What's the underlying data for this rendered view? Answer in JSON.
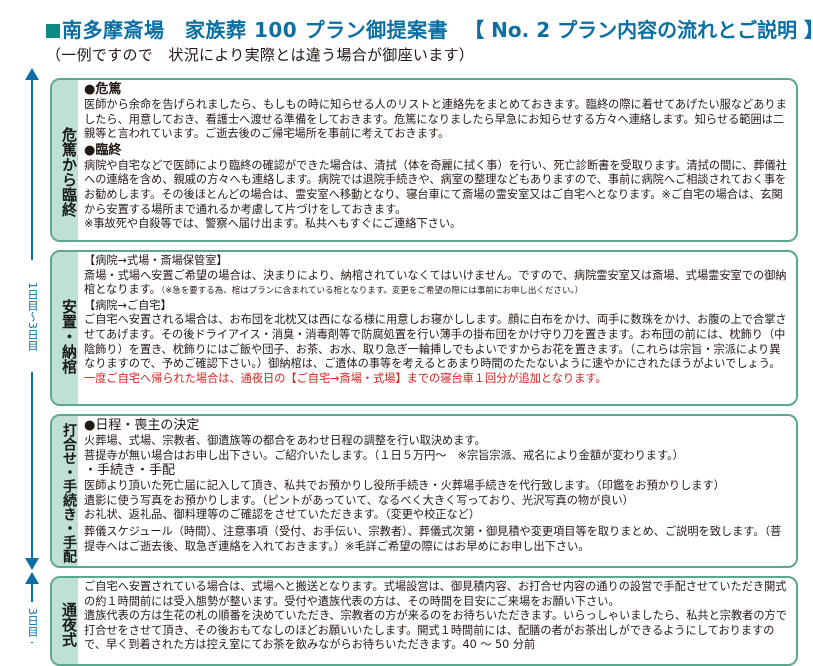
{
  "header": {
    "title": "南多摩斎場　家族葬 100 プラン御提案書",
    "part": "【 No. 2 プラン内容の流れとご説明 】",
    "subtitle": "（一例ですので　状況により実際とは違う場合が御座います）"
  },
  "timeline": {
    "first": "1日目〜3日目",
    "second": "3日目"
  },
  "sections": {
    "kitoku": {
      "side": "危篤から臨終",
      "h1": "●危篤",
      "p1": "医師から余命を告げられましたら、もしもの時に知らせる人のリストと連絡先をまとめておきます。臨終の際に着せてあげたい服などありましたら、用意しておき、看護士へ渡せる準備をしておきます。危篤になりましたら早急にお知らせする方々へ連絡します。知らせる範囲は二親等と言われています。ご逝去後のご帰宅場所を事前に考えておきます。",
      "h2": "●臨終",
      "p2": "病院や自宅などで医師により臨終の確認ができた場合は、清拭（体を奇麗に拭く事）を行い、死亡診断書を受取ります。清拭の間に、葬儀社への連絡を含め、親戚の方々へも連絡します。病院では退院手続きや、病室の整理などもありますので、事前に病院へご相談されておく事をお勧めします。その後ほとんどの場合は、霊安室へ移動となり、寝台車にて斎場の霊安室又はご自宅へとなります。※ご自宅の場合は、玄関から安置する場所まで通れるか考慮して片づけをしておきます。",
      "p3": "※事故死や自殺等では、警察へ届け出ます。私共へもすぐにご連絡下さい。"
    },
    "anchi": {
      "side": "安置・納棺",
      "h1": "【病院→式場・斎場保管室】",
      "p1": "斎場・式場へ安置ご希望の場合は、決まりにより、納棺されていなくてはいけません。ですので、病院霊安室又は斎場、式場霊安室での御納棺となります。",
      "p1_note": "（※急を要する為、棺はプランに含まれている棺となります。変更をご希望の際には事前にお申し出ください。）",
      "h2": "【病院→ご自宅】",
      "p2": "ご自宅へ安置される場合は、お布団を北枕又は西になる様に用意しお寝かしします。顔に白布をかけ、両手に数珠をかけ、お腹の上で合掌させてあげます。その後ドライアイス・消臭・消毒剤等で防腐処置を行い薄手の掛布団をかけ守り刀を置きます。お布団の前には、枕飾り（中陰飾り）を置き、枕飾りにはご飯や団子、お茶、お水、取り急ぎ一輪挿しでもよいですからお花を置きます。（これらは宗旨・宗派により異なりますので、予めご確認下さい。）御納棺は、ご遺体の事等を考えるとあまり時間のたたないように速やかにされたほうがよいでしょう。",
      "p3": "一度ご自宅へ帰られた場合は、通夜日の【ご自宅→斎場・式場】までの寝台車１回分が追加となります。"
    },
    "uchiawase": {
      "side": "打合せ・手続き・手配",
      "h1": "●日程・喪主の決定",
      "p1": "火葬場、式場、宗教者、御遺族等の都合をあわせ日程の調整を行い取決めます。",
      "p2": "菩提寺が無い場合はお申し出下さい。ご紹介いたします。（１日５万円〜　※宗旨宗派、戒名により金額が変わります。）",
      "h2": "・手続き・手配",
      "p3": "医師より頂いた死亡届に記入して頂き、私共でお預かりし役所手続き・火葬場手続きを代行致します。（印鑑をお預かりします）",
      "p4": "遺影に使う写真をお預かりします。（ピントがあっていて、なるべく大きく写っており、光沢写真の物が良い）",
      "p5": "お礼状、返礼品、御料理等のご確認をさせていただきます。（変更や校正など）",
      "p6": "葬儀スケジュール（時間）、注意事項（受付、お手伝い、宗教者）、葬儀式次第・御見積や変更項目等を取りまとめ、ご説明を致します。（菩提寺へはご逝去後、取急ぎ連絡を入れておきます。）※毛詳ご希望の際にはお早めにお申し出下さい。"
    },
    "tsuya": {
      "side": "通夜式",
      "p1": "ご自宅へ安置されている場合は、式場へと搬送となります。式場設営は、御見積内容、お打合せ内容の通りの設営で手配させていただき開式の約１時間前には受入態勢が整います。受付や遺族代表の方は、その時間を目安にご来場をお願い下さい。",
      "p2": "遺族代表の方は生花の札の順番を決めていただき、宗教者の方が来るのをお待ちいただきます。いらっしゃいましたら、私共と宗教者の方で打合せをさせて頂き、その後おもてなしのほどお願いいたします。開式１時間前には、配膳の者がお茶出しができるようにしておりますので、早く到着された方は控え室にてお茶を飲みながらお待ちいただきます。40 〜 50 分前"
    }
  }
}
